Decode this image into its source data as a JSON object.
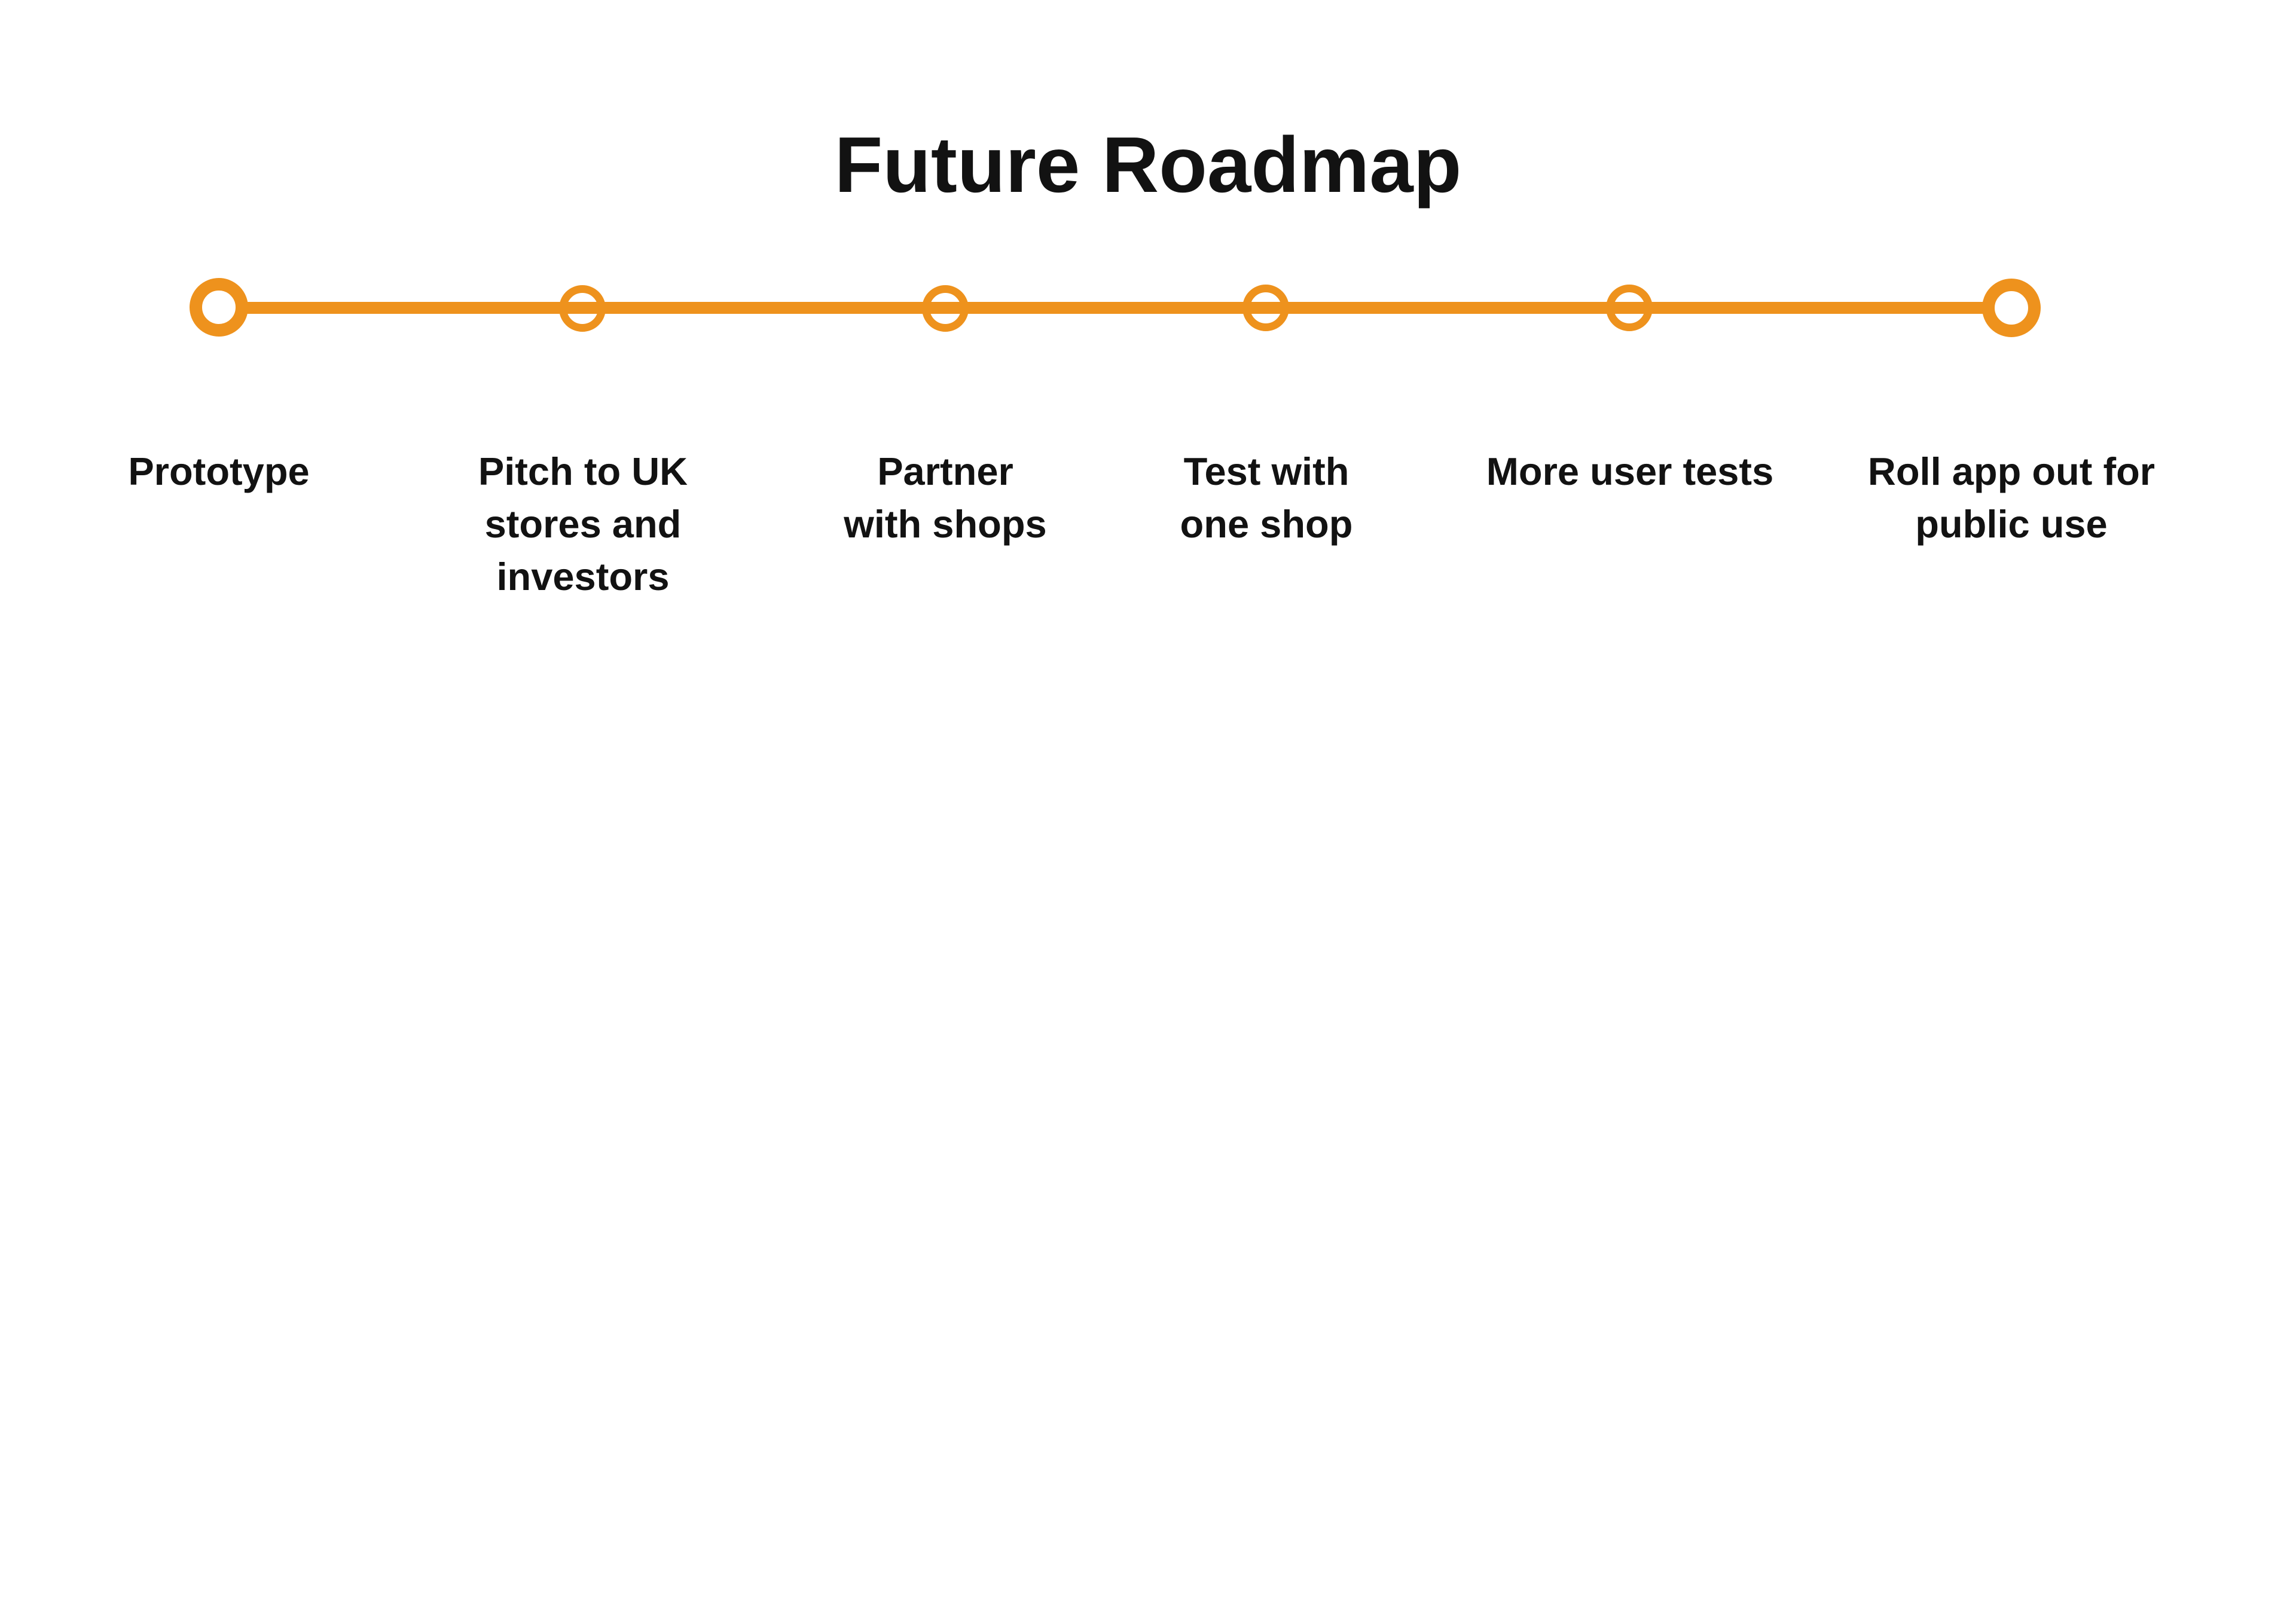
{
  "page": {
    "title": "Future Roadmap"
  },
  "theme": {
    "accent_orange": "#EE921D",
    "text_black": "#121212",
    "background_white": "#FFFFFF"
  },
  "timeline": {
    "milestones": [
      {
        "label": "Prototype"
      },
      {
        "label": "Pitch to UK\nstores and\ninvestors"
      },
      {
        "label": "Partner\nwith shops"
      },
      {
        "label": "Test with\none shop"
      },
      {
        "label": "More user tests"
      },
      {
        "label": "Roll app out for\npublic use"
      }
    ]
  }
}
